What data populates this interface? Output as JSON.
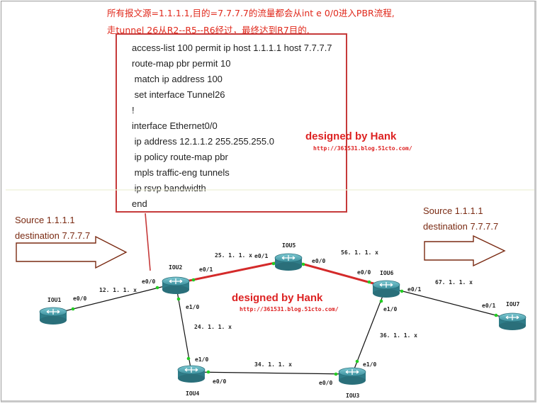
{
  "notes": {
    "line1": "所有报文源=1.1.1.1,目的=7.7.7.7的流量都会从int e 0/0进入PBR流程,",
    "line2": "走tunnel 26从R2--R5--R6经过，最终达到R7目的."
  },
  "config_lines": [
    "access-list 100 permit ip host 1.1.1.1 host 7.7.7.7",
    "route-map pbr permit 10",
    " match ip address 100",
    " set interface Tunnel26",
    "!",
    "interface Ethernet0/0",
    " ip address 12.1.1.2 255.255.255.0",
    " ip policy route-map pbr",
    " mpls traffic-eng tunnels",
    " ip rsvp bandwidth",
    "end"
  ],
  "signature": {
    "title": "designed by Hank",
    "url": "http://361531.blog.51cto.com/"
  },
  "flow_label": {
    "source": "Source 1.1.1.1",
    "destination": "destination 7.7.7.7"
  },
  "routers": {
    "iou1": "IOU1",
    "iou2": "IOU2",
    "iou3": "IOU3",
    "iou4": "IOU4",
    "iou5": "IOU5",
    "iou6": "IOU6",
    "iou7": "IOU7"
  },
  "networks": {
    "n12": "12. 1. 1. x",
    "n25": "25. 1. 1. x",
    "n56": "56. 1. 1. x",
    "n67": "67. 1. 1. x",
    "n24": "24. 1. 1. x",
    "n34": "34. 1. 1. x",
    "n36": "36. 1. 1. x"
  },
  "interfaces": {
    "e00": "e0/0",
    "e01": "e0/1",
    "e10": "e1/0"
  },
  "colors": {
    "annotation_red": "#e0281b",
    "tunnel_path": "#d42a2a",
    "router_body": "#3a8f9c",
    "link_dot": "#22cc22",
    "arrow_outline": "#7a2a12"
  }
}
